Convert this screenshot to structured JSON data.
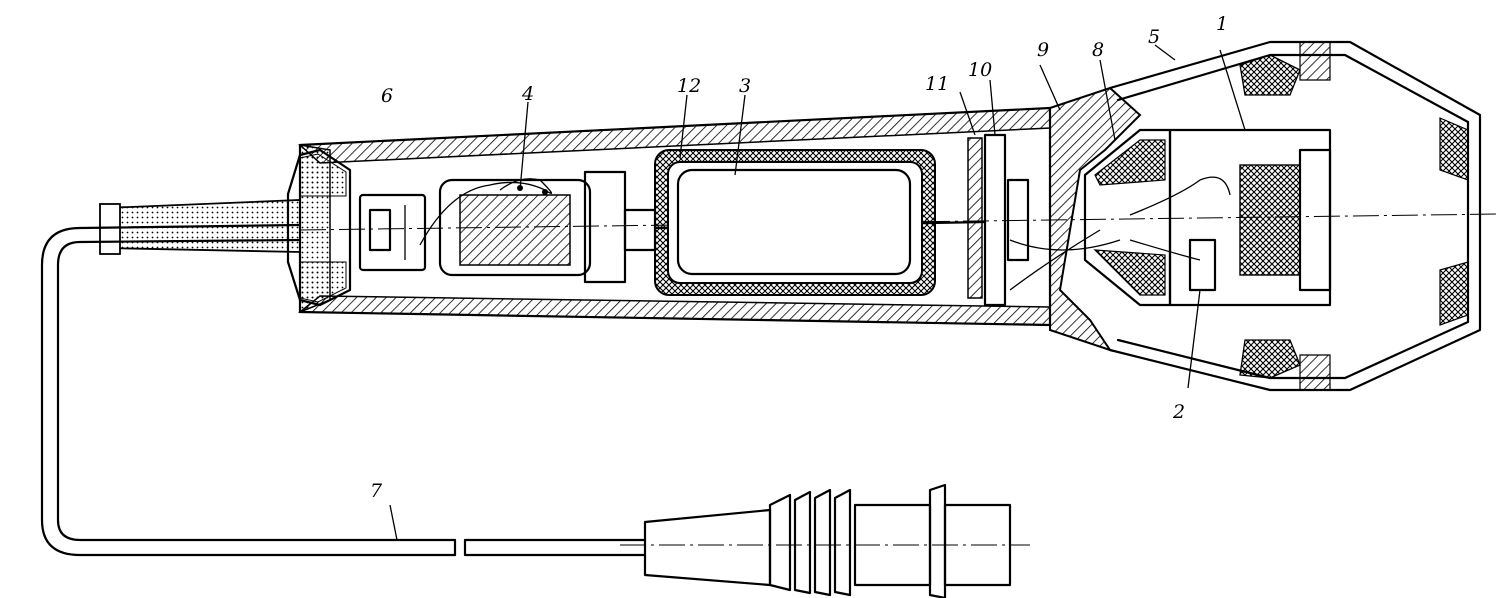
{
  "labels": {
    "l1": "1",
    "l2": "2",
    "l3": "3",
    "l4": "4",
    "l5": "5",
    "l6": "6",
    "l7": "7",
    "l8": "8",
    "l9": "9",
    "l10": "10",
    "l11": "11",
    "l12": "12"
  },
  "colors": {
    "ink": "#000000",
    "paper": "#ffffff"
  }
}
